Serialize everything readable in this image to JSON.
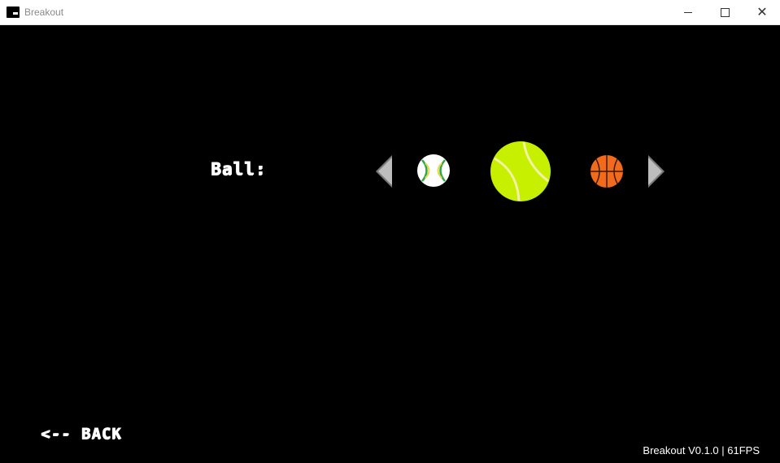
{
  "window": {
    "title": "Breakout",
    "icon": "app-icon",
    "controls": [
      "minimize-icon",
      "maximize-icon",
      "close-icon"
    ]
  },
  "menu": {
    "label": "Ball:",
    "back_label": "<-- BACK",
    "carousel": {
      "prev_arrow_icon": "chevron-left-icon",
      "next_arrow_icon": "chevron-right-icon",
      "items": [
        {
          "name": "baseball",
          "icon": "baseball-icon",
          "position": "previous"
        },
        {
          "name": "tennis-ball",
          "icon": "tennis-ball-icon",
          "position": "selected"
        },
        {
          "name": "basketball",
          "icon": "basketball-icon",
          "position": "next"
        }
      ]
    }
  },
  "status": {
    "version_text": "Breakout V0.1.0 | 61FPS"
  },
  "colors": {
    "background": "#000000",
    "tennis_ball": "#c6f000",
    "basketball": "#f26a1b",
    "arrow": "#bdbdbd"
  }
}
